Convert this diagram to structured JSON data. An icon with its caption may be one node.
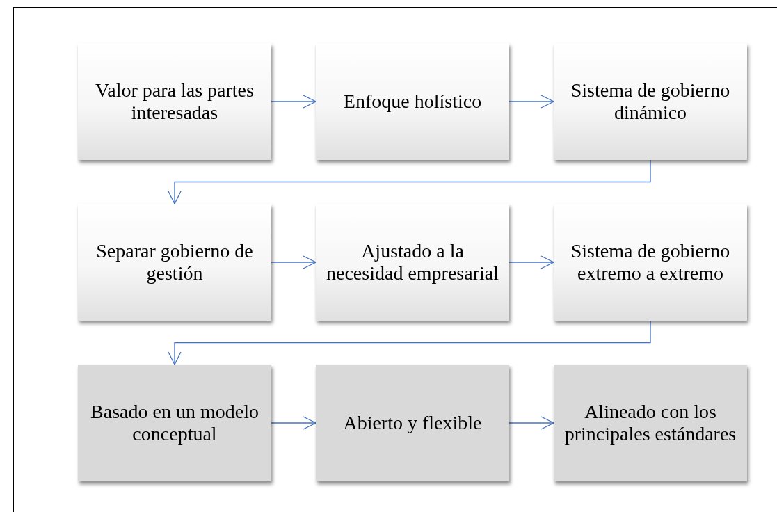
{
  "diagram": {
    "nodes": [
      {
        "text": [
          "Valor para las partes interesadas"
        ]
      },
      {
        "text": [
          "Enfoque holístico"
        ]
      },
      {
        "text": [
          "Sistema de gobierno dinámico"
        ]
      },
      {
        "text": [
          "Separar gobierno de gestión"
        ]
      },
      {
        "text": [
          "Ajustado a la necesidad empresarial"
        ]
      },
      {
        "text": [
          "Sistema de gobierno extremo a extremo"
        ]
      },
      {
        "text": [
          "Basado en un modelo conceptual"
        ]
      },
      {
        "text": [
          "Abierto y flexible"
        ]
      },
      {
        "text": [
          "Alineado con los principales estándares"
        ]
      }
    ],
    "edges": [
      {
        "from": 0,
        "to": 1,
        "arrow": "to"
      },
      {
        "from": 1,
        "to": 2,
        "arrow": "to"
      },
      {
        "from": 2,
        "to": 3,
        "arrow": "to"
      },
      {
        "from": 3,
        "to": 4,
        "arrow": "to"
      },
      {
        "from": 4,
        "to": 5,
        "arrow": "to"
      },
      {
        "from": 5,
        "to": 6,
        "arrow": "to"
      },
      {
        "from": 6,
        "to": 7,
        "arrow": "to"
      },
      {
        "from": 7,
        "to": 8,
        "arrow": "to"
      }
    ]
  }
}
